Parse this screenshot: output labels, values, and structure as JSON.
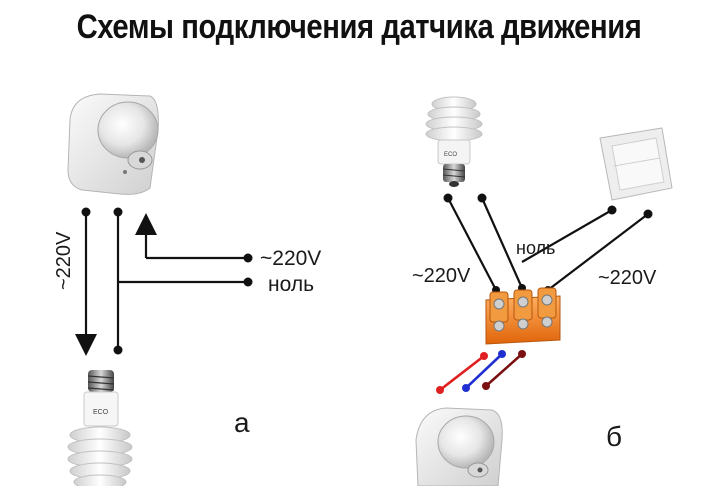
{
  "title": "Схемы подключения датчика движения",
  "scheme_a": {
    "voltage_vertical": "220V",
    "voltage_vertical_prefix": "~",
    "input_phase": "~220V",
    "input_neutral": "ноль",
    "caption": "а"
  },
  "scheme_b": {
    "label_left": "~220V",
    "label_right": "~220V",
    "label_neutral": "ноль",
    "caption": "б"
  },
  "colors": {
    "wire": "#111111",
    "wire_red": "#e02020",
    "wire_blue": "#2030d0",
    "wire_darkred": "#7a1010",
    "terminal_orange": "#f07a18"
  },
  "icons": [
    "motion-sensor-icon",
    "light-bulb-icon",
    "wall-switch-icon",
    "terminal-block-icon"
  ]
}
